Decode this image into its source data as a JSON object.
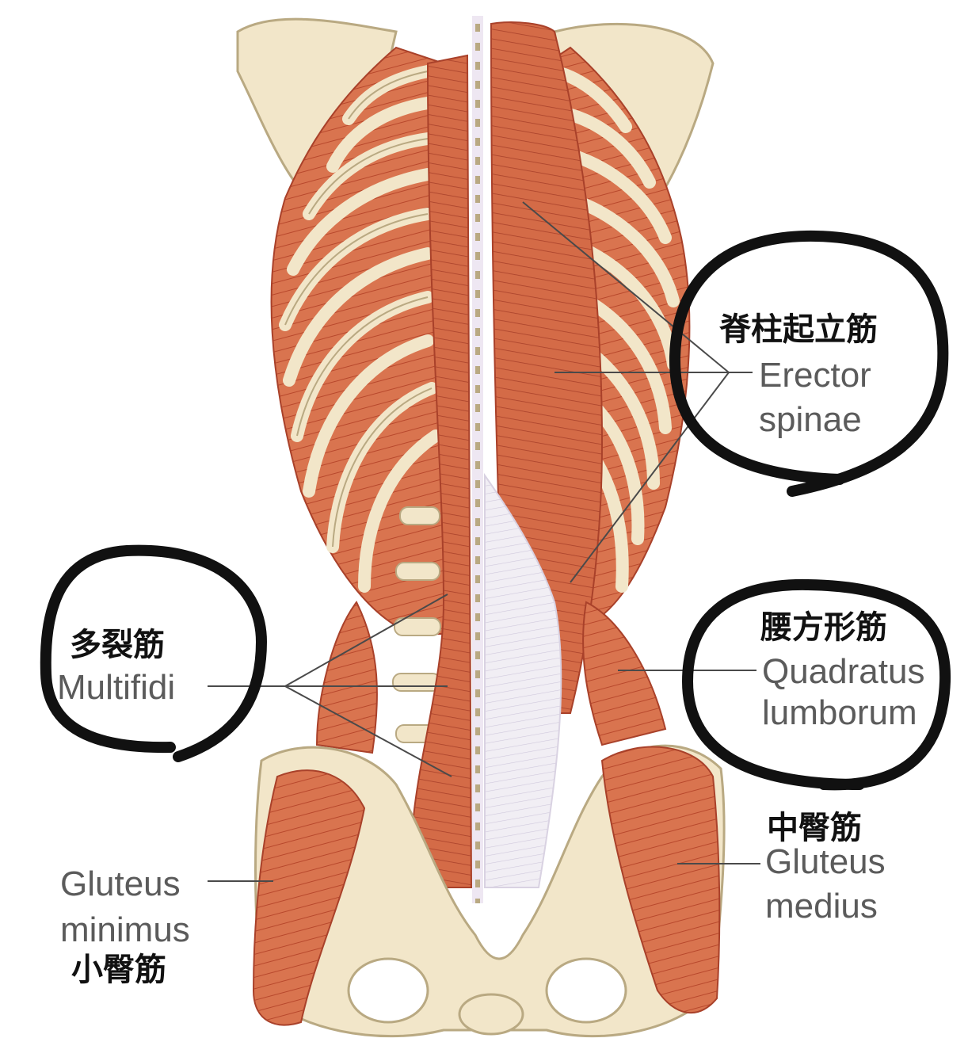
{
  "labels": {
    "erector": {
      "cn": "脊柱起立筋",
      "en1": "Erector",
      "en2": "spinae"
    },
    "multifidi": {
      "cn": "多裂筋",
      "en1": "Multifidi"
    },
    "quadratus": {
      "cn": "腰方形筋",
      "en1": "Quadratus",
      "en2": "lumborum"
    },
    "gluteus_medius": {
      "cn": "中臀筋",
      "en1": "Gluteus",
      "en2": "medius"
    },
    "gluteus_minimus": {
      "cn": "小臀筋",
      "en1": "Gluteus",
      "en2": "minimus"
    }
  },
  "colors": {
    "bone": "#f2e6c9",
    "bone_outline": "#b9a982",
    "muscle": "#d8714e",
    "muscle_dark": "#b8482c",
    "tendon": "#f1eef4",
    "leader_line": "#4a4a4a",
    "circle": "#111111"
  }
}
